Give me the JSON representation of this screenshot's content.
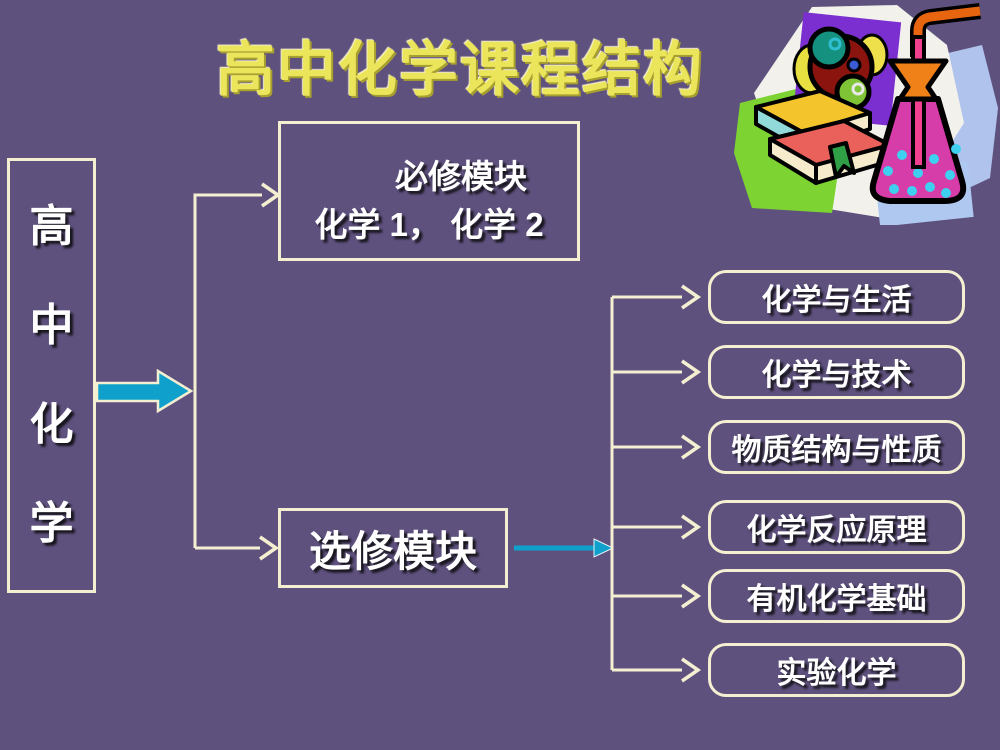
{
  "colors": {
    "background": "#5F517E",
    "line": "#F5EFD2",
    "arrow_blue": "#0FA0CC",
    "title_yellow": "#EBE55C",
    "text_white": "#FFFFFF"
  },
  "slide": {
    "title": "高中化学课程结构",
    "subject": {
      "label": "高中化学",
      "chars": [
        "高",
        "中",
        "化",
        "学"
      ]
    },
    "required_box": {
      "line1": "必修模块",
      "line2": "化学 1， 化学 2"
    },
    "elective_box": {
      "label": "选修模块"
    },
    "elective_modules": [
      "化学与生活",
      "化学与技术",
      "物质结构与性质",
      "化学反应原理",
      "有机化学基础",
      "实验化学"
    ],
    "icons": {
      "clipart": "chemistry-books-flask-molecule-clipart",
      "main_arrow": "right-block-arrow",
      "elective_arrow": "right-thin-arrow",
      "branch_arrowheads": "open-v-arrowhead"
    }
  }
}
